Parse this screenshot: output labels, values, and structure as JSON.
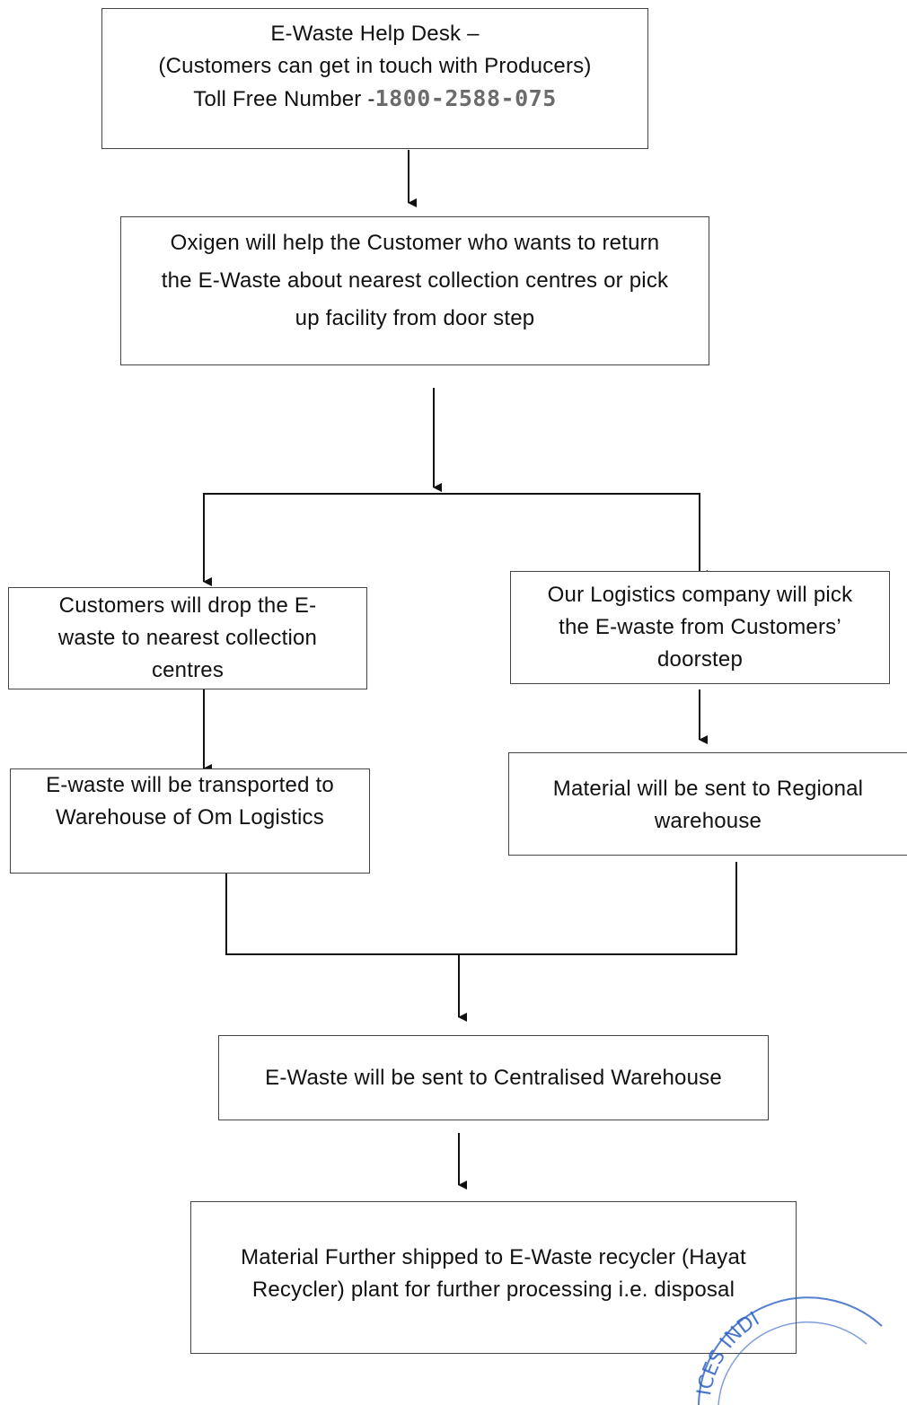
{
  "nodes": {
    "helpdesk": {
      "title": "E-Waste Help Desk –",
      "subtitle": "(Customers can get in touch with Producers)",
      "phone_label": "Toll Free Number -",
      "phone_number": "1800-2588-075"
    },
    "oxigen": {
      "lines": [
        "Oxigen will help the Customer who wants to return",
        "the E-Waste about nearest collection centres or pick",
        "up facility from door step"
      ]
    },
    "drop_off": {
      "lines": [
        "Customers will drop the E-",
        "waste to nearest collection",
        "centres"
      ]
    },
    "logistics_pickup": {
      "lines": [
        "Our Logistics company will pick",
        "the E-waste from Customers’",
        "doorstep"
      ]
    },
    "om_warehouse": {
      "lines": [
        "E-waste will be transported to",
        "Warehouse of Om Logistics"
      ]
    },
    "regional_warehouse": {
      "lines": [
        "Material will be sent to Regional",
        "warehouse"
      ]
    },
    "central_warehouse": {
      "lines": [
        "E-Waste will be sent to Centralised Warehouse"
      ]
    },
    "recycler": {
      "lines": [
        "Material Further shipped to E-Waste recycler (Hayat",
        "Recycler) plant for further processing i.e. disposal"
      ]
    }
  },
  "stamp": {
    "text": "ICES INDI"
  },
  "colors": {
    "border": "#444444",
    "text": "#111111",
    "phone": "#6b6b6b",
    "stamp": "#2a5fc4"
  }
}
